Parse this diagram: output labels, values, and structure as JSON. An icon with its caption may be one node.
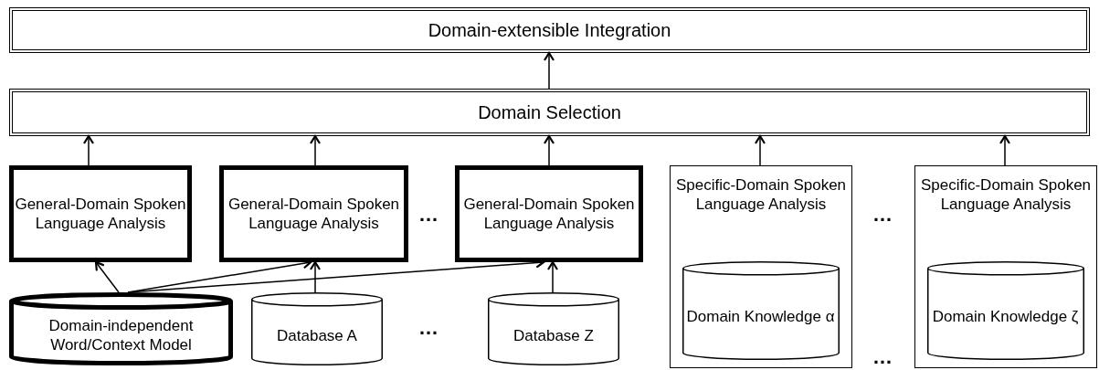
{
  "diagram": {
    "nodes": [
      {
        "text": [
          "Domain-extensible Integration"
        ]
      },
      {
        "text": [
          "Domain Selection"
        ]
      },
      {
        "text": [
          "General-Domain Spoken Language Analysis"
        ]
      },
      {
        "text": [
          "General-Domain Spoken Language Analysis"
        ]
      },
      {
        "text": [
          "General-Domain Spoken Language Analysis"
        ]
      },
      {
        "text": [
          "Specific-Domain Spoken Language Analysis"
        ]
      },
      {
        "text": [
          "Domain Knowledge α"
        ],
        "in": 5
      },
      {
        "text": [
          "Specific-Domain Spoken Language Analysis"
        ]
      },
      {
        "text": [
          "Domain Knowledge ζ"
        ],
        "in": 7
      },
      {
        "text": [
          "Domain-independent Word/Context Model"
        ]
      },
      {
        "text": [
          "Database A"
        ]
      },
      {
        "text": [
          "Database Z"
        ]
      }
    ],
    "edges": [
      {
        "from": 1,
        "to": 0,
        "arrow": "to"
      },
      {
        "from": 2,
        "to": 1,
        "arrow": "to"
      },
      {
        "from": 3,
        "to": 1,
        "arrow": "to"
      },
      {
        "from": 4,
        "to": 1,
        "arrow": "to"
      },
      {
        "from": 5,
        "to": 1,
        "arrow": "to"
      },
      {
        "from": 7,
        "to": 1,
        "arrow": "to"
      },
      {
        "from": 9,
        "to": 2,
        "arrow": "to"
      },
      {
        "from": 9,
        "to": 3,
        "arrow": "to"
      },
      {
        "from": 9,
        "to": 4,
        "arrow": "to"
      },
      {
        "from": 10,
        "to": 3,
        "arrow": "to"
      },
      {
        "from": 11,
        "to": 4,
        "arrow": "to"
      }
    ],
    "labels": [
      "…",
      "…",
      "…",
      "…"
    ]
  }
}
